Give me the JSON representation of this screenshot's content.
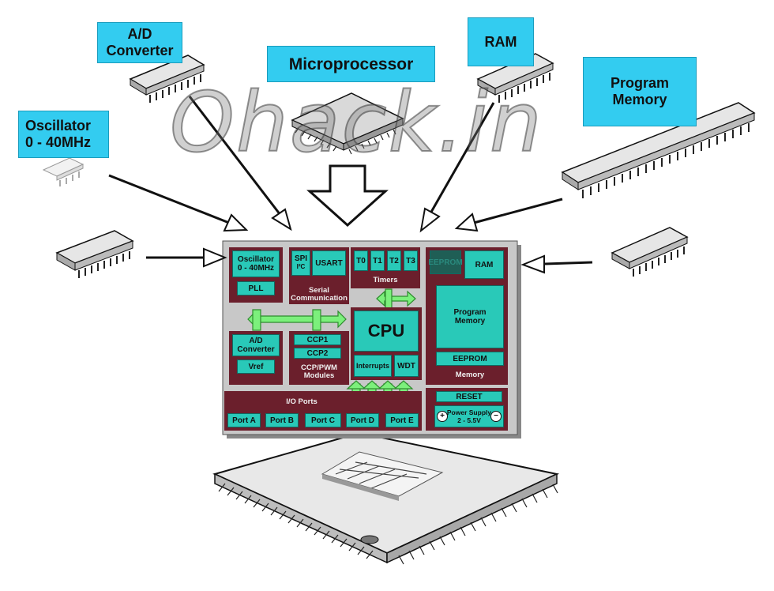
{
  "watermark": "Ohack.in",
  "labels": {
    "ad_converter": "A/D\nConverter",
    "microprocessor": "Microprocessor",
    "ram": "RAM",
    "program_memory": "Program\nMemory",
    "oscillator": "Oscillator\n0 - 40MHz"
  },
  "board": {
    "oscillator": "Oscillator\n0 - 40MHz",
    "pll": "PLL",
    "spi": "SPI",
    "i2c": "I²C",
    "usart": "USART",
    "serial_caption": "Serial\nCommunication",
    "timers": [
      "T0",
      "T1",
      "T2",
      "T3"
    ],
    "timers_caption": "Timers",
    "eeprom_small": "EEPROM",
    "ram": "RAM",
    "program_memory": "Program\nMemory",
    "eeprom": "EEPROM",
    "memory_caption": "Memory",
    "cpu": "CPU",
    "interrupts": "Interrupts",
    "wdt": "WDT",
    "ad_converter": "A/D\nConverter",
    "vref": "Vref",
    "ccp1": "CCP1",
    "ccp2": "CCP2",
    "ccp_caption": "CCP/PWM\nModules",
    "io_caption": "I/O Ports",
    "ports": [
      "Port A",
      "Port B",
      "Port C",
      "Port D",
      "Port E"
    ],
    "reset": "RESET",
    "power_supply": "Power Supply\n2 - 5.5V",
    "plus": "+",
    "minus": "−"
  },
  "colors": {
    "label_bg": "#33ccf0",
    "block": "#6b1f2c",
    "cell": "#29c9b8",
    "bus": "#7cf07c",
    "board": "#c8c8c8"
  }
}
